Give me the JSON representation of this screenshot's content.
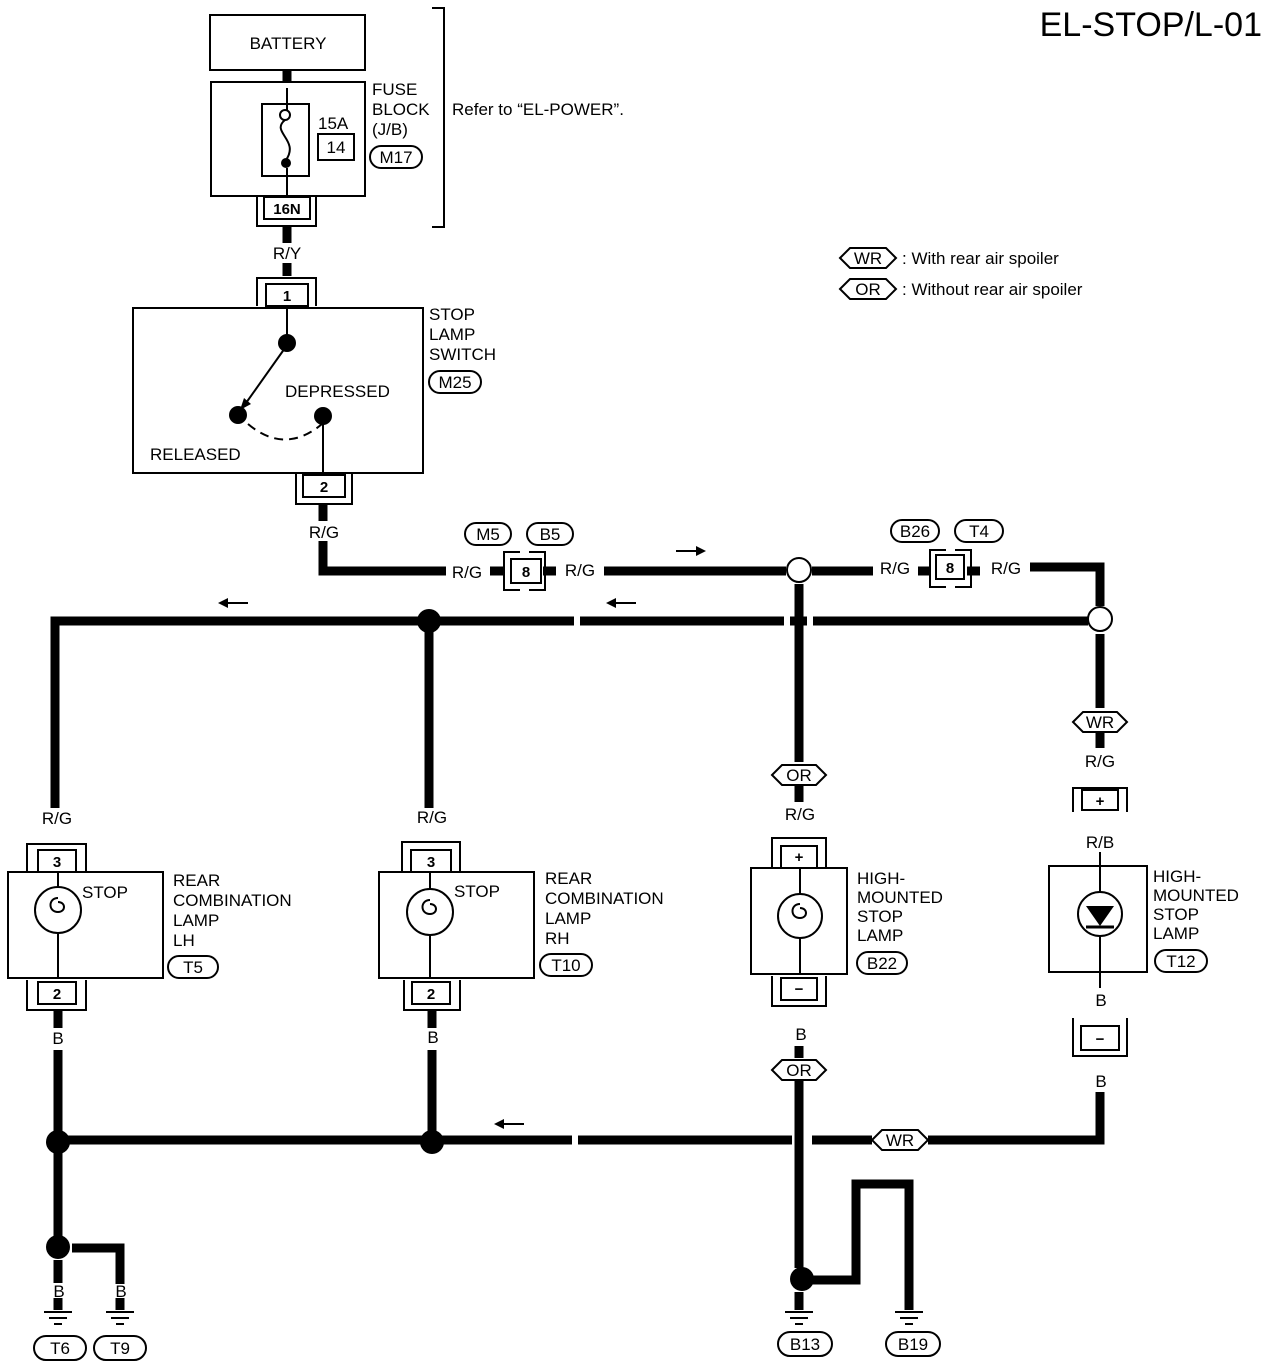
{
  "title": "EL-STOP/L-01",
  "battery": "BATTERY",
  "fuse_block": {
    "name_lines": [
      "FUSE",
      "BLOCK",
      "(J/B)"
    ],
    "rating": "15A",
    "number": "14",
    "connector": "M17",
    "pin": "16N",
    "refer": "Refer to “EL-POWER”."
  },
  "legend": {
    "wr_code": "WR",
    "wr_text": ": With rear air spoiler",
    "or_code": "OR",
    "or_text": ": Without rear air spoiler"
  },
  "wire_colors": {
    "ry": "R/Y",
    "rg": "R/G",
    "rb": "R/B",
    "b": "B"
  },
  "stop_lamp_switch": {
    "name_lines": [
      "STOP",
      "LAMP",
      "SWITCH"
    ],
    "connector": "M25",
    "pin_in": "1",
    "pin_out": "2",
    "depressed": "DEPRESSED",
    "released": "RELEASED"
  },
  "joint_connectors": {
    "a_left": "M5",
    "a_right": "B5",
    "a_pin": "8",
    "b_left": "B26",
    "b_right": "T4",
    "b_pin": "8"
  },
  "lamps": {
    "lh": {
      "name_lines": [
        "REAR",
        "COMBINATION",
        "LAMP",
        "LH"
      ],
      "stop": "STOP",
      "connector": "T5",
      "pin_top": "3",
      "pin_bottom": "2"
    },
    "rh": {
      "name_lines": [
        "REAR",
        "COMBINATION",
        "LAMP",
        "RH"
      ],
      "stop": "STOP",
      "connector": "T10",
      "pin_top": "3",
      "pin_bottom": "2"
    },
    "hmsl_or": {
      "name_lines": [
        "HIGH-",
        "MOUNTED",
        "STOP",
        "LAMP"
      ],
      "connector": "B22",
      "pin_top": "+",
      "pin_bottom": "−"
    },
    "hmsl_wr": {
      "name_lines": [
        "HIGH-",
        "MOUNTED",
        "STOP",
        "LAMP"
      ],
      "connector": "T12",
      "pin_top": "+",
      "pin_bottom": "−"
    }
  },
  "grounds": {
    "t6": "T6",
    "t9": "T9",
    "b13": "B13",
    "b19": "B19"
  }
}
